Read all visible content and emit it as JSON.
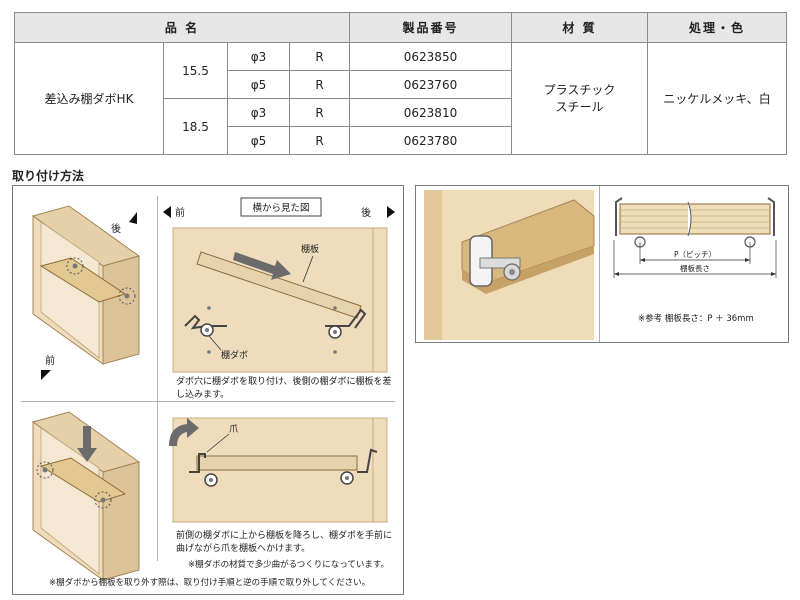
{
  "table": {
    "headers": {
      "name": "品 名",
      "code": "製品番号",
      "material": "材 質",
      "finish": "処理・色"
    },
    "product_name": "差込み棚ダボHK",
    "material": [
      "プラスチック",
      "スチール"
    ],
    "finish": "ニッケルメッキ、白",
    "rows": [
      {
        "size": "15.5",
        "dia": "φ3",
        "r": "R",
        "code": "0623850"
      },
      {
        "size": "",
        "dia": "φ5",
        "r": "R",
        "code": "0623760"
      },
      {
        "size": "18.5",
        "dia": "φ3",
        "r": "R",
        "code": "0623810"
      },
      {
        "size": "",
        "dia": "φ5",
        "r": "R",
        "code": "0623780"
      }
    ]
  },
  "section_title": "取り付け方法",
  "step1": {
    "front": "前",
    "back": "後",
    "view_label": "横から見た図",
    "shelf_label": "棚板",
    "dowel_label": "棚ダボ",
    "caption": "ダボ穴に棚ダボを取り付け、後側の棚ダボに棚板を差し込みます。",
    "box_back": "後",
    "box_front": "前"
  },
  "step2": {
    "claw_label": "爪",
    "caption": "前側の棚ダボに上から棚板を降ろし、棚ダボを手前に曲げながら爪を棚板へかけます。",
    "material_note": "※棚ダボの材質で多少曲がるつくりになっています。"
  },
  "bottom_note": "※棚ダボから棚板を取り外す際は、取り付け手順と逆の手順で取り外してください。",
  "detail": {
    "pitch_label": "P（ピッチ）",
    "length_label": "棚板長さ",
    "ref_note": "※参考 棚板長さ：P ＋ 36mm"
  },
  "colors": {
    "wood": "#eedcbc",
    "wood_edge": "#c9ab7c",
    "header_bg": "#e7e7e7",
    "arrow": "#6b6b6b"
  }
}
